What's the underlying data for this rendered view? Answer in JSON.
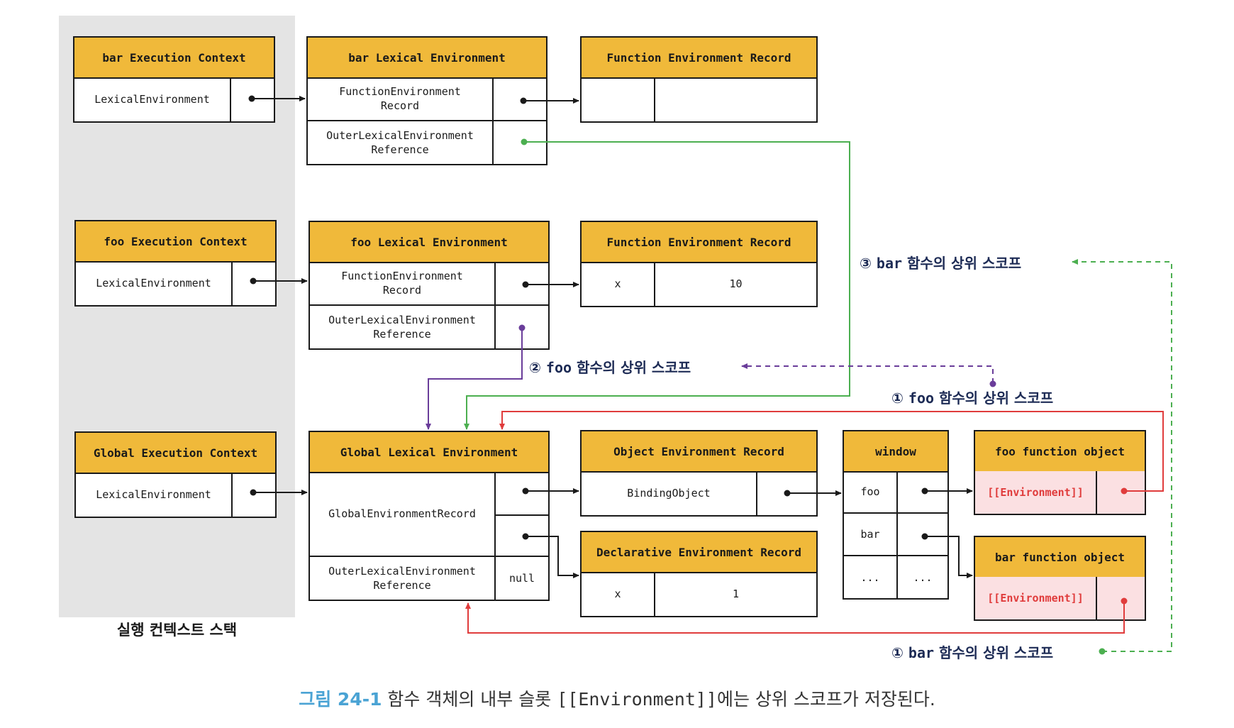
{
  "stack_label": "실행 컨텍스트 스택",
  "caption": {
    "figure": "그림 24-1",
    "before": " 함수 객체의 내부 슬롯 ",
    "code": "[[Environment]]",
    "after": "에는 상위 스코프가 저장된다."
  },
  "bar_ec": {
    "title": "bar Execution Context",
    "row": "LexicalEnvironment"
  },
  "bar_le": {
    "title": "bar Lexical Environment",
    "row1": "FunctionEnvironment\nRecord",
    "row2": "OuterLexicalEnvironment\nReference"
  },
  "bar_fer": {
    "title": "Function Environment Record",
    "key": "",
    "value": ""
  },
  "foo_ec": {
    "title": "foo Execution Context",
    "row": "LexicalEnvironment"
  },
  "foo_le": {
    "title": "foo Lexical Environment",
    "row1": "FunctionEnvironment\nRecord",
    "row2": "OuterLexicalEnvironment\nReference"
  },
  "foo_fer": {
    "title": "Function Environment Record",
    "key": "x",
    "value": "10"
  },
  "global_ec": {
    "title": "Global Execution Context",
    "row": "LexicalEnvironment"
  },
  "global_le": {
    "title": "Global Lexical Environment",
    "row1": "GlobalEnvironmentRecord",
    "row2": "OuterLexicalEnvironment\nReference",
    "row2_value": "null"
  },
  "object_er": {
    "title": "Object Environment Record",
    "row": "BindingObject"
  },
  "decl_er": {
    "title": "Declarative Environment Record",
    "key": "x",
    "value": "1"
  },
  "window": {
    "title": "window",
    "rows": [
      "foo",
      "bar",
      "..."
    ],
    "ellipsis": "..."
  },
  "foo_fn": {
    "title": "foo function object",
    "slot": "[[Environment]]"
  },
  "bar_fn": {
    "title": "bar function object",
    "slot": "[[Environment]]"
  },
  "annotations": {
    "label1_bar": {
      "num": "③",
      "name": "bar",
      "text": "함수의 상위 스코프"
    },
    "label2_foo": {
      "num": "②",
      "name": "foo",
      "text": "함수의 상위 스코프"
    },
    "label1_foo": {
      "num": "①",
      "name": "foo",
      "text": "함수의 상위 스코프"
    },
    "label1_bar_bottom": {
      "num": "①",
      "name": "bar",
      "text": "함수의 상위 스코프"
    }
  },
  "colors": {
    "header": "#f0b93a",
    "green": "#4caf50",
    "purple": "#6a3d9a",
    "red": "#e03c3c",
    "pink": "#fbe0e2",
    "label": "#1d2b55"
  }
}
